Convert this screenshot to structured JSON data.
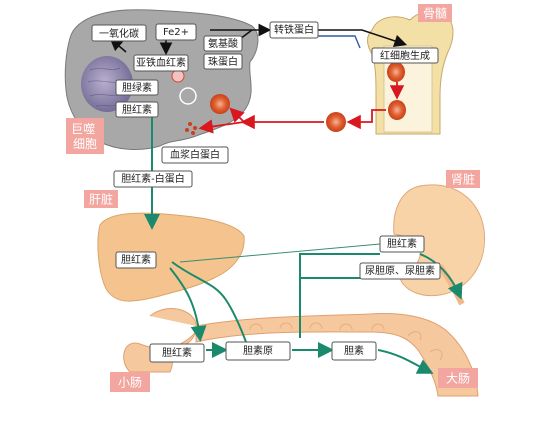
{
  "organs": {
    "bone_marrow": "骨髓",
    "macrophage": "巨噬\n细胞",
    "liver": "肝脏",
    "kidney": "肾脏",
    "small_intestine": "小肠",
    "large_intestine": "大肠"
  },
  "labels": {
    "carbon_monoxide": "一氧化碳",
    "fe2": "Fe2+",
    "transferrin": "转铁蛋白",
    "amino_acids": "氨基酸",
    "globin": "珠蛋白",
    "biliverdin_heme": "亚铁血红素",
    "biliverdin": "胆绿素",
    "bilirubin_macrophage": "胆红素",
    "rbc_generation": "红细胞生成",
    "plasma_albumin": "血浆白蛋白",
    "bilirubin_albumin": "胆红素-白蛋白",
    "bilirubin_liver": "胆红素",
    "bilirubin_kidney": "胆红素",
    "urobilinogen_urobilin": "尿胆原、尿胆素",
    "bilirubin_intestine": "胆红素",
    "urobilinogen": "胆素原",
    "stercobilin": "胆素"
  },
  "colors": {
    "organ_tag_bg": "#f3a5a0",
    "organ_tag_text": "#ffffff",
    "arrow_red": "#d9171f",
    "arrow_black": "#111111",
    "arrow_green": "#1b8a6c",
    "macrophage_fill": "#a8a8a8",
    "liver_fill": "#f5c48e",
    "intestine_fill": "#f6c89e",
    "kidney_fill": "#f9d3a8",
    "bone_fill": "#f3e0a6"
  }
}
